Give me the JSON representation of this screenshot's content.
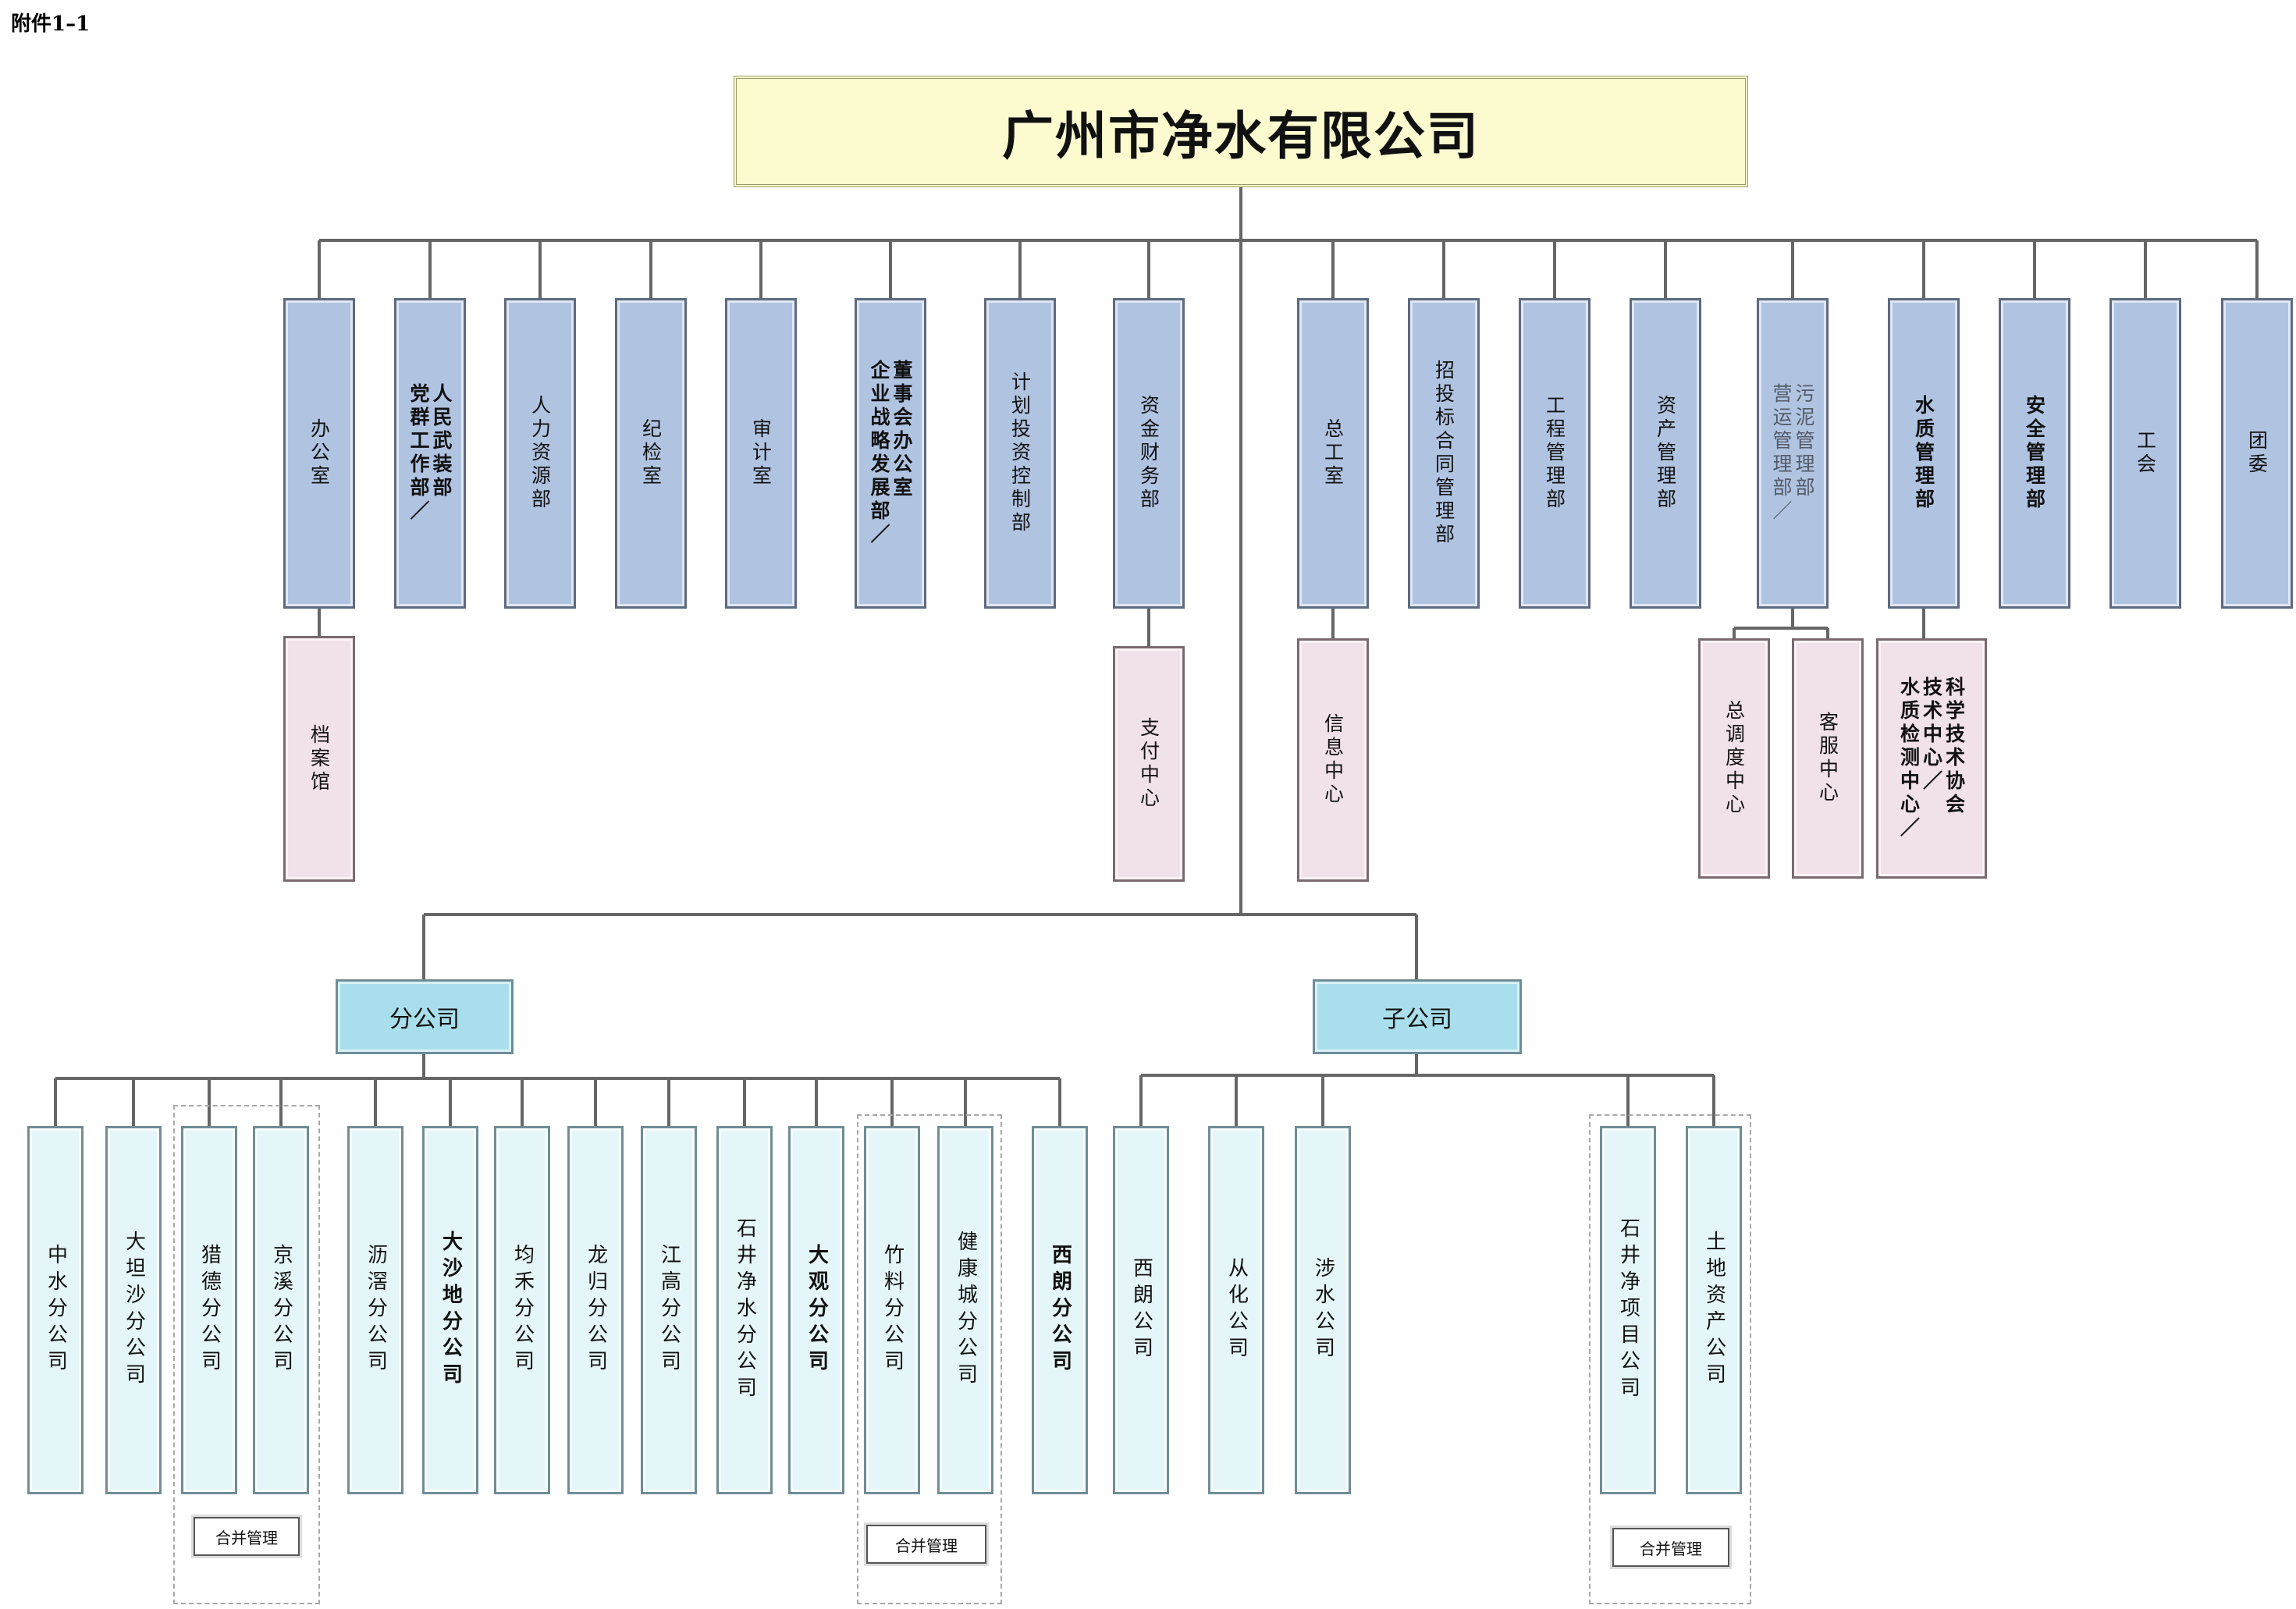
{
  "corner_label": "附件1–1",
  "root": "广州市净水有限公司",
  "departments": [
    {
      "label": "办公室"
    },
    {
      "label": "人民武装部\n党群工作部／"
    },
    {
      "label": "人力资源部"
    },
    {
      "label": "纪检室"
    },
    {
      "label": "审计室"
    },
    {
      "label": "董事会办公室\n企业战略发展部／"
    },
    {
      "label": "计划投资控制部"
    },
    {
      "label": "资金财务部"
    },
    {
      "label": "总工室"
    },
    {
      "label": "招投标合同管理部"
    },
    {
      "label": "工程管理部"
    },
    {
      "label": "资产管理部"
    },
    {
      "label": "污泥管理部\n营运管理部／"
    },
    {
      "label": "水质管理部"
    },
    {
      "label": "安全管理部"
    },
    {
      "label": "工会"
    },
    {
      "label": "团委"
    }
  ],
  "sub_units": [
    {
      "label": "档案馆"
    },
    {
      "label": "支付中心"
    },
    {
      "label": "信息中心"
    },
    {
      "label": "总调度中心"
    },
    {
      "label": "客服中心"
    },
    {
      "label": "科学技术协会\n技术中心／\n水质检测中心／"
    }
  ],
  "groups": {
    "branch": "分公司",
    "subsidiary": "子公司"
  },
  "branches": [
    "中水分公司",
    "大坦沙分公司",
    "猎德分公司",
    "京溪分公司",
    "沥滘分公司",
    "大沙地分公司",
    "均禾分公司",
    "龙归分公司",
    "江高分公司",
    "石井净水分公司",
    "大观分公司",
    "竹料分公司",
    "健康城分公司",
    "西朗分公司"
  ],
  "subsidiaries": [
    "西朗公司",
    "从化公司",
    "涉水公司",
    "石井净项目公司",
    "土地资产公司"
  ],
  "merge_labels": [
    "合并管理",
    "合并管理",
    "合并管理"
  ],
  "colors": {
    "root_fill": "#fbfbcf",
    "department_fill": "#b0c4e2",
    "sub_unit_fill": "#f1e1e8",
    "group_fill": "#a9dfec",
    "company_fill": "#e5f6f9",
    "connector": "#666666"
  }
}
